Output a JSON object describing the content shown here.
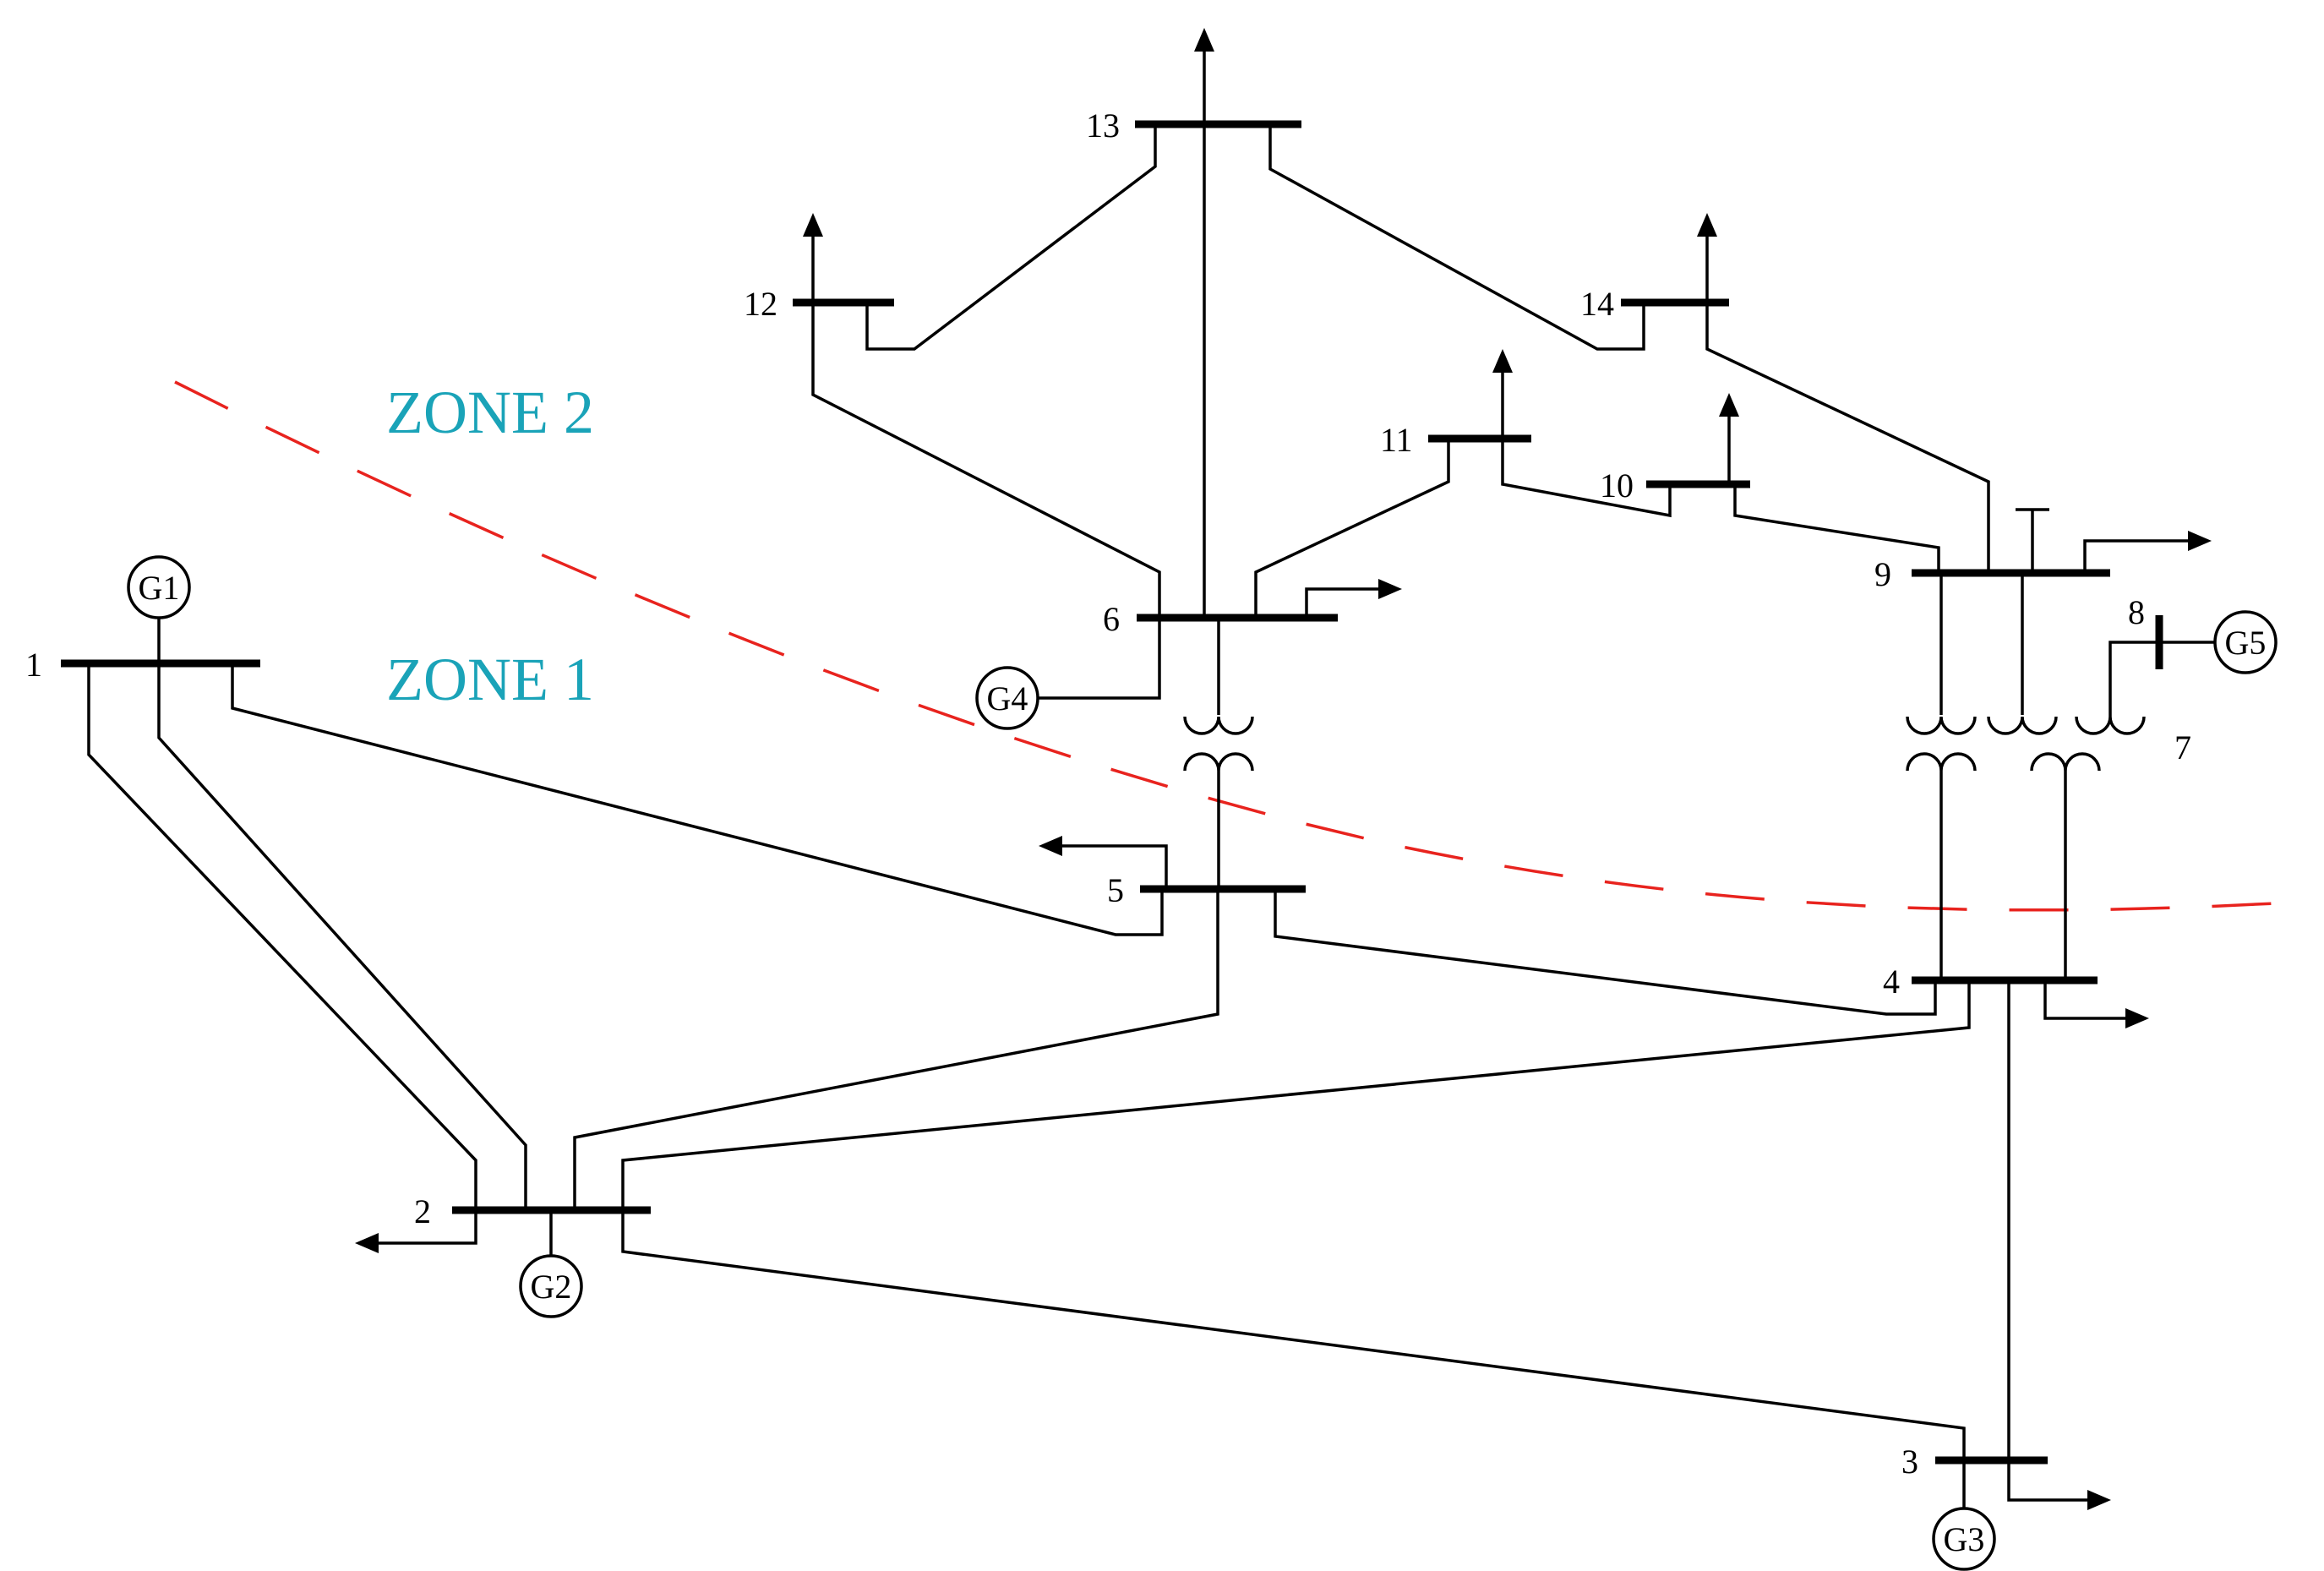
{
  "zones": [
    {
      "label": "ZONE 2"
    },
    {
      "label": "ZONE 1"
    }
  ],
  "buses": [
    {
      "label": "1"
    },
    {
      "label": "2"
    },
    {
      "label": "3"
    },
    {
      "label": "4"
    },
    {
      "label": "5"
    },
    {
      "label": "6"
    },
    {
      "label": "7"
    },
    {
      "label": "8"
    },
    {
      "label": "9"
    },
    {
      "label": "10"
    },
    {
      "label": "11"
    },
    {
      "label": "12"
    },
    {
      "label": "13"
    },
    {
      "label": "14"
    }
  ],
  "generators": [
    {
      "label": "G1"
    },
    {
      "label": "G2"
    },
    {
      "label": "G3"
    },
    {
      "label": "G4"
    },
    {
      "label": "G5"
    }
  ],
  "colors": {
    "zone_text": "#1aa3b8",
    "zone_boundary": "#e8231e",
    "lines": "#000000"
  }
}
